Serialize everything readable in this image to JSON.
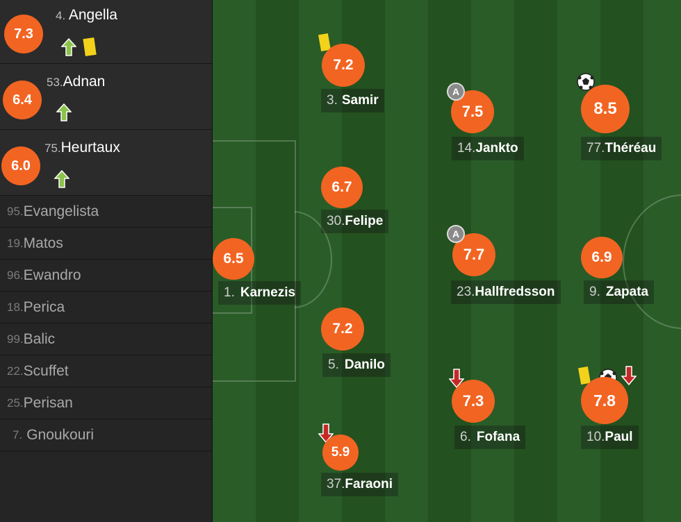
{
  "substitutes_in": [
    {
      "rating": "7.3",
      "number": "4.",
      "name": "Angella",
      "icons": [
        "sub-in-arrow",
        "yellow-card"
      ]
    },
    {
      "rating": "6.4",
      "number": "53.",
      "name": "Adnan",
      "icons": [
        "sub-in-arrow"
      ]
    },
    {
      "rating": "6.0",
      "number": "75.",
      "name": "Heurtaux",
      "icons": [
        "sub-in-arrow"
      ]
    }
  ],
  "bench": [
    {
      "number": "95.",
      "name": "Evangelista"
    },
    {
      "number": "19.",
      "name": "Matos"
    },
    {
      "number": "96.",
      "name": "Ewandro"
    },
    {
      "number": "18.",
      "name": "Perica"
    },
    {
      "number": "99.",
      "name": "Balic"
    },
    {
      "number": "22.",
      "name": "Scuffet"
    },
    {
      "number": "25.",
      "name": "Perisan"
    },
    {
      "number": "7.",
      "name": "Gnoukouri"
    }
  ],
  "players": [
    {
      "rating": "7.2",
      "number": "3.",
      "name": "Samir",
      "icons": [
        "yellow-card"
      ]
    },
    {
      "rating": "6.7",
      "number": "30.",
      "name": "Felipe",
      "icons": []
    },
    {
      "rating": "6.5",
      "number": "1.",
      "name": "Karnezis",
      "icons": []
    },
    {
      "rating": "7.2",
      "number": "5.",
      "name": "Danilo",
      "icons": []
    },
    {
      "rating": "5.9",
      "number": "37.",
      "name": "Faraoni",
      "icons": [
        "sub-out-arrow"
      ]
    },
    {
      "rating": "7.5",
      "number": "14.",
      "name": "Jankto",
      "icons": [
        "assist-badge"
      ]
    },
    {
      "rating": "7.7",
      "number": "23.",
      "name": "Hallfredsson",
      "icons": [
        "assist-badge"
      ]
    },
    {
      "rating": "7.3",
      "number": "6.",
      "name": "Fofana",
      "icons": [
        "sub-out-arrow"
      ]
    },
    {
      "rating": "8.5",
      "number": "77.",
      "name": "Théréau",
      "icons": [
        "goal-ball"
      ]
    },
    {
      "rating": "6.9",
      "number": "9.",
      "name": "Zapata",
      "icons": []
    },
    {
      "rating": "7.8",
      "number": "10.",
      "name": "Paul",
      "icons": [
        "yellow-card",
        "goal-ball",
        "sub-out-arrow"
      ]
    }
  ],
  "assist_badge_label": "A",
  "colors": {
    "rating": "#f26422",
    "sub_in": "#8bc34a",
    "sub_out": "#c62828",
    "yellow_card": "#f2d21b"
  }
}
